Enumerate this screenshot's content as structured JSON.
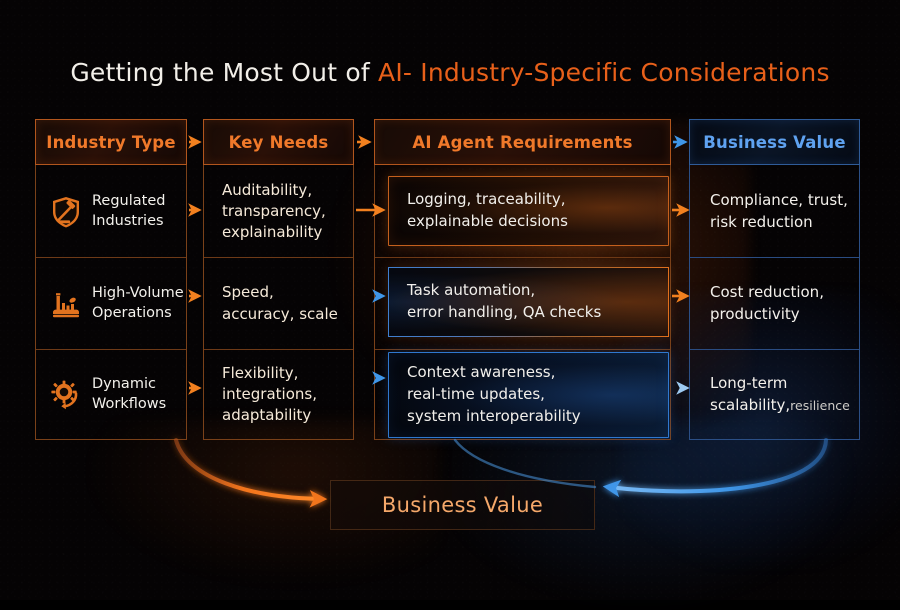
{
  "title": {
    "lead": "Getting the Most Out of ",
    "accent": "AI- Industry-Specific Considerations"
  },
  "colors": {
    "orange": "#e8601a",
    "orange_bright": "#f0792a",
    "blue": "#5fa2f0",
    "blue_arrow": "#2f86e8",
    "text": "#f3f1ec",
    "cream": "#f6ead9",
    "background": "#050304"
  },
  "headers": [
    {
      "label": "Industry Type",
      "theme": "orange"
    },
    {
      "label": "Key Needs",
      "theme": "orange"
    },
    {
      "label": "AI Agent Requirements",
      "theme": "orange"
    },
    {
      "label": "Business Value",
      "theme": "blue"
    }
  ],
  "header_arrows": [
    {
      "from": "Industry Type",
      "to": "Key Needs",
      "color": "orange"
    },
    {
      "from": "Key Needs",
      "to": "AI Agent Requirements",
      "color": "orange"
    },
    {
      "from": "AI Agent Requirements",
      "to": "Business Value",
      "color": "blue"
    }
  ],
  "rows": [
    {
      "industry": {
        "icon": "shield-gavel-icon",
        "label": "Regulated\nIndustries",
        "line1": "Regulated",
        "line2": "Industries"
      },
      "needs": "Auditability,\ntransparency,\nexplainability",
      "needs_lines": [
        "Auditability,",
        "transparency,",
        "explainability"
      ],
      "requirements": "Logging, traceability,\nexplainable decisions",
      "requirement_lines": [
        "Logging, traceability,",
        "explainable decisions"
      ],
      "requirement_theme": "orange",
      "value_lines": [
        "Compliance, trust,",
        "risk reduction"
      ],
      "value_small": "",
      "arrow_1_2": "orange",
      "arrow_2_3": "orange",
      "arrow_3_4": "orange"
    },
    {
      "industry": {
        "icon": "factory-icon",
        "label": "High-Volume\nOperations",
        "line1": "High-Volume",
        "line2": "Operations"
      },
      "needs": "Speed,\naccuracy, scale",
      "needs_lines": [
        "Speed,",
        "accuracy, scale"
      ],
      "requirements": "Task automation,\nerror handling, QA checks",
      "requirement_lines": [
        "Task automation,",
        "error handling, QA checks"
      ],
      "requirement_theme": "mixed",
      "value_lines": [
        "Cost reduction,",
        "productivity"
      ],
      "value_small": "",
      "arrow_1_2": "orange",
      "arrow_2_3": "blue",
      "arrow_3_4": "orange"
    },
    {
      "industry": {
        "icon": "gear-refresh-icon",
        "label": "Dynamic\nWorkflows",
        "line1": "Dynamic",
        "line2": "Workflows"
      },
      "needs": "Flexibility,\nintegrations,\nadaptability",
      "needs_lines": [
        "Flexibility,",
        "integrations,",
        "adaptability"
      ],
      "requirements": "Context awareness,\nreal-time updates,\nsystem interoperability",
      "requirement_lines": [
        "Context awareness,",
        "real-time updates,",
        "system interoperability"
      ],
      "requirement_theme": "blue",
      "value_lines": [
        "Long-term",
        "scalability,"
      ],
      "value_small": "resilience",
      "arrow_1_2": "orange",
      "arrow_2_3": "blue",
      "arrow_3_4": "blue"
    }
  ],
  "footer": {
    "label": "Business Value",
    "curves": [
      {
        "name": "orange-curve",
        "color": "#f2741d"
      },
      {
        "name": "blue-curve",
        "color": "#3f96e8"
      }
    ]
  }
}
